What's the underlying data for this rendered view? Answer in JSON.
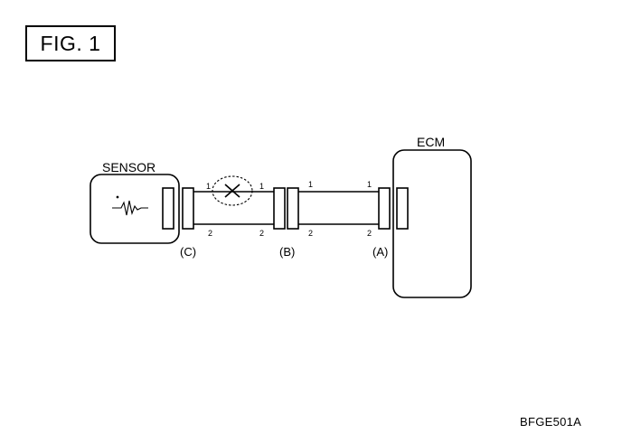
{
  "figure": {
    "title": "FIG. 1",
    "code": "BFGE501A"
  },
  "components": {
    "sensor_label": "SENSOR",
    "ecm_label": "ECM"
  },
  "connectors": {
    "c_label": "(C)",
    "b_label": "(B)",
    "a_label": "(A)"
  },
  "pins": {
    "c_top_right": "1",
    "c_bottom_right": "2",
    "b_top_left": "1",
    "b_bottom_left": "2",
    "b_top_right": "1",
    "b_bottom_right": "2",
    "a_top_left": "1",
    "a_bottom_left": "2"
  },
  "fault": {
    "marker_icon": "open-circuit-x-icon"
  }
}
